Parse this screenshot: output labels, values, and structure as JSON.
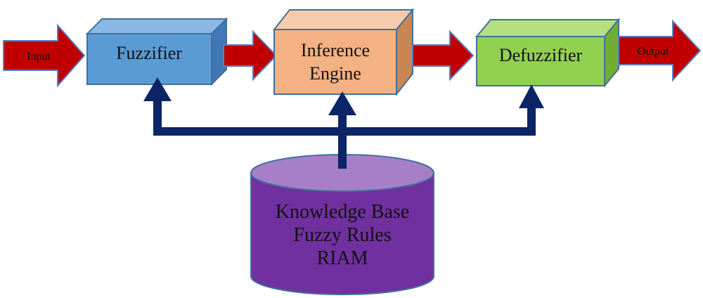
{
  "diagram": {
    "input_label": "Input",
    "output_label": "Output",
    "fuzzifier": {
      "label": "Fuzzifier"
    },
    "inference": {
      "line1": "Inference",
      "line2": "Engine"
    },
    "defuzzifier": {
      "label": "Defuzzifier"
    },
    "knowledge_base": {
      "line1": "Knowledge Base",
      "line2": "Fuzzy Rules",
      "line3": "RIAM"
    }
  },
  "colors": {
    "arrow_red": "#c00000",
    "arrow_red_edge": "#5a7ec2",
    "feedback_navy": "#0c2566",
    "fuzzifier_fill": "#5b9bd5",
    "inference_fill": "#f4b183",
    "defuzzifier_fill": "#92d050",
    "database_fill": "#7030a0",
    "database_top": "#a77fc9"
  }
}
